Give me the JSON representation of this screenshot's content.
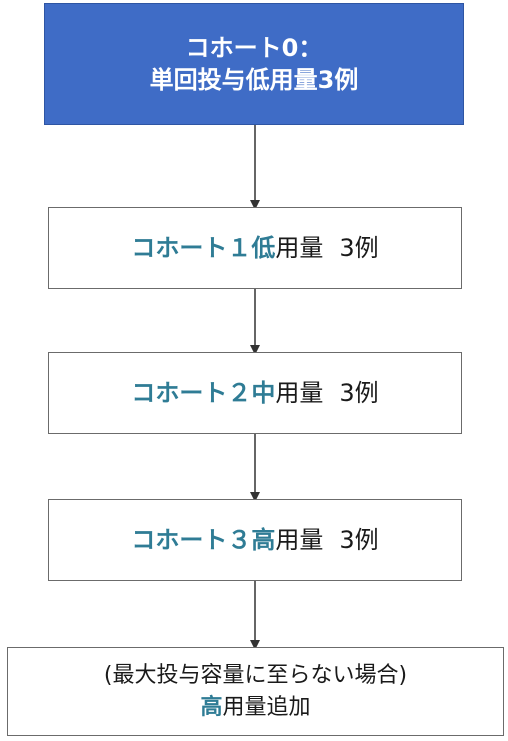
{
  "colors": {
    "blue_box": "#3f6cc6",
    "teal_text": "#2f7c95",
    "border": "#6b6b6b",
    "arrow": "#333333"
  },
  "steps": [
    {
      "line1": "コホート0：",
      "line2": "単回投与低用量3例"
    },
    {
      "cohort": "コホート１",
      "level": "低",
      "suffix": "用量",
      "count": "3例"
    },
    {
      "cohort": "コホート２",
      "level": "中",
      "suffix": "用量",
      "count": "3例"
    },
    {
      "cohort": "コホート３",
      "level": "高",
      "suffix": "用量",
      "count": "3例"
    },
    {
      "line1": "(最大投与容量に至らない場合)",
      "level": "高",
      "suffix": "用量追加"
    }
  ]
}
